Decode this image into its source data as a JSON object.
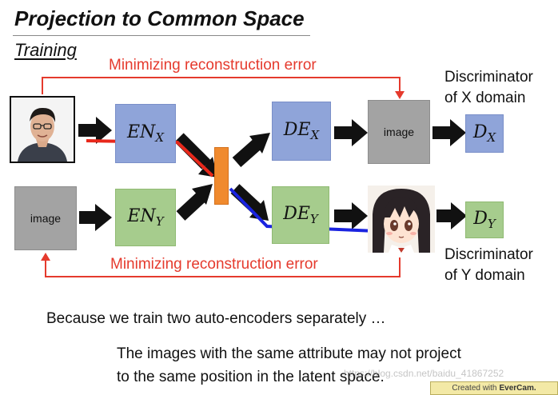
{
  "slide": {
    "title": "Projection to Common Space",
    "subtitle": "Training",
    "recon_top": "Minimizing reconstruction error",
    "recon_bottom": "Minimizing reconstruction error",
    "disc_x_line1": "Discriminator",
    "disc_x_line2": "of X domain",
    "disc_y_line1": "Discriminator",
    "disc_y_line2": "of Y domain",
    "image_label_top": "image",
    "image_label_left": "image",
    "en_x": {
      "base": "EN",
      "sub": "X"
    },
    "en_y": {
      "base": "EN",
      "sub": "Y"
    },
    "de_x": {
      "base": "DE",
      "sub": "X"
    },
    "de_y": {
      "base": "DE",
      "sub": "Y"
    },
    "d_x": {
      "base": "D",
      "sub": "X"
    },
    "d_y": {
      "base": "D",
      "sub": "Y"
    },
    "line1": "Because we train two auto-encoders separately …",
    "line2": "The images with the same attribute may not project",
    "line3": "to the same position in the latent space."
  },
  "overlay": {
    "url_watermark": "https://blog.csdn.net/baidu_41867252",
    "evercam_prefix": "Created with",
    "evercam_brand": "EverCam."
  },
  "colors": {
    "red": "#e53a2d",
    "blue_box": "#8fa4d9",
    "green_box": "#a6cc8d",
    "gray_box": "#a3a3a3",
    "latent": "#f08a2e",
    "blue_path": "#1a23e0"
  }
}
